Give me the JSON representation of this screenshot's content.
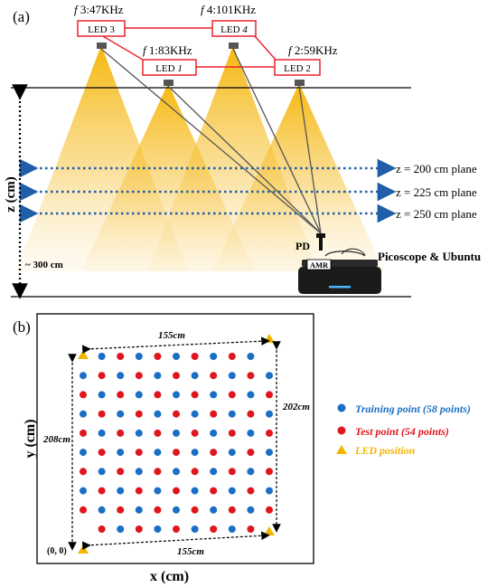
{
  "panel_a": {
    "label": "(a)",
    "leds": [
      {
        "name": "LED 3",
        "prefix": "LED ",
        "num": "3",
        "freq_var": "f",
        "freq_idx": "3",
        "freq_val": ":47KHz"
      },
      {
        "name": "LED 4",
        "prefix": "LED ",
        "num": "4",
        "freq_var": "f",
        "freq_idx": "4",
        "freq_val": ":101KHz"
      },
      {
        "name": "LED 1",
        "prefix": "LED ",
        "num": "1",
        "freq_var": "f",
        "freq_idx": "1",
        "freq_val": ":83KHz"
      },
      {
        "name": "LED 2",
        "prefix": "LED ",
        "num": "2",
        "freq_var": "f",
        "freq_idx": "2",
        "freq_val": ":59KHz"
      }
    ],
    "z_axis_label": "z (cm)",
    "height_label": "~ 300 cm",
    "planes": [
      "z = 200 cm plane",
      "z = 225 cm plane",
      "z = 250 cm plane"
    ],
    "pd_label": "PD",
    "amr_label": "AMR",
    "device_label": "Picoscope & Ubuntu",
    "colors": {
      "led_box": "#e8232d",
      "light": "#f5b400",
      "plane_line": "#1f5fa8"
    }
  },
  "panel_b": {
    "label": "(b)",
    "x_axis_label": "x (cm)",
    "y_axis_label": "y (cm)",
    "origin_label": "(0, 0)",
    "dims": {
      "top": "155cm",
      "bottom": "155cm",
      "left": "208cm",
      "right": "202cm"
    },
    "legend": [
      {
        "label": "Training point (58 points)",
        "color": "#1a6fc4",
        "marker": "circle"
      },
      {
        "label": "Test point (54 points)",
        "color": "#e0161e",
        "marker": "circle"
      },
      {
        "label": "LED position",
        "color": "#f2b600",
        "marker": "triangle"
      }
    ],
    "grid": {
      "columns": 11,
      "rows": 10
    }
  }
}
